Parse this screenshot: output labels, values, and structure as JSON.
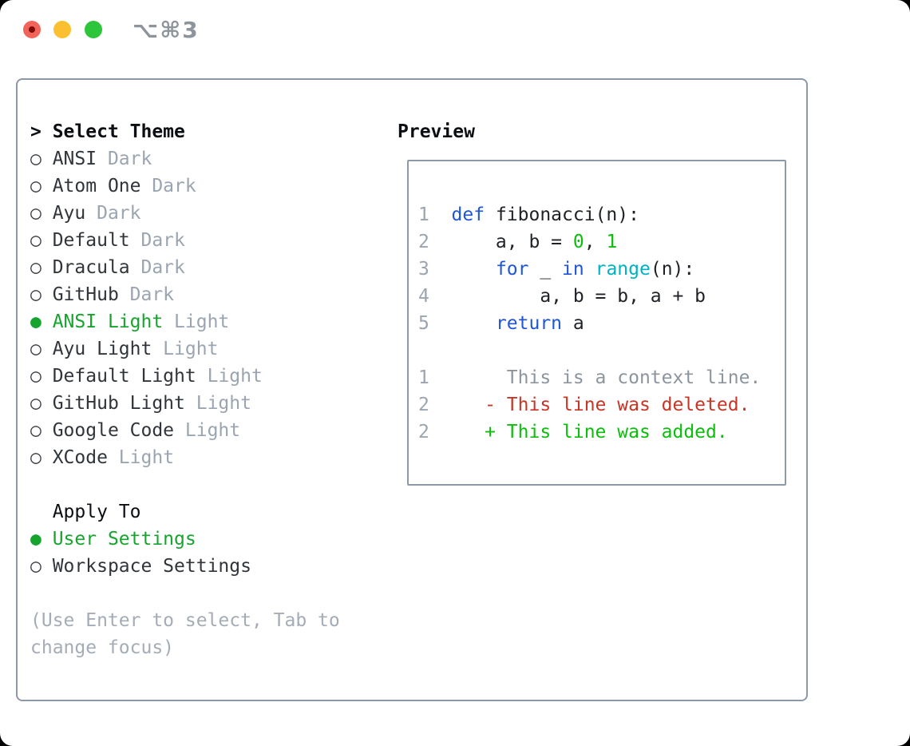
{
  "titlebar": {
    "shortcut": "⌥⌘3"
  },
  "colors": {
    "selection_green": "#16a42c",
    "keyword_blue": "#1e56d6",
    "builtin_cyan": "#00b3c4",
    "number_green": "#0cbe0c",
    "deleted_red": "#c73525",
    "added_green": "#0cbe0c",
    "muted_gray": "#9aa5b1",
    "hint_gray": "#a4acb6",
    "panel_border": "#8e99a7",
    "traffic_red": "#f2635a",
    "traffic_yellow": "#fbc02f",
    "traffic_green": "#2dc53b"
  },
  "theme_picker": {
    "cursor": ">",
    "heading": "Select Theme",
    "items": [
      {
        "name": "ANSI",
        "variant": "Dark",
        "selected": false
      },
      {
        "name": "Atom One",
        "variant": "Dark",
        "selected": false
      },
      {
        "name": "Ayu",
        "variant": "Dark",
        "selected": false
      },
      {
        "name": "Default",
        "variant": "Dark",
        "selected": false
      },
      {
        "name": "Dracula",
        "variant": "Dark",
        "selected": false
      },
      {
        "name": "GitHub",
        "variant": "Dark",
        "selected": false
      },
      {
        "name": "ANSI Light",
        "variant": "Light",
        "selected": true
      },
      {
        "name": "Ayu Light",
        "variant": "Light",
        "selected": false
      },
      {
        "name": "Default Light",
        "variant": "Light",
        "selected": false
      },
      {
        "name": "GitHub Light",
        "variant": "Light",
        "selected": false
      },
      {
        "name": "Google Code",
        "variant": "Light",
        "selected": false
      },
      {
        "name": "XCode",
        "variant": "Light",
        "selected": false
      }
    ],
    "apply_to": {
      "heading": "Apply To",
      "options": [
        {
          "label": "User Settings",
          "selected": true
        },
        {
          "label": "Workspace Settings",
          "selected": false
        }
      ]
    },
    "hint": "(Use Enter to select, Tab to change focus)"
  },
  "preview": {
    "heading": "Preview",
    "lines": [
      {
        "num": "1",
        "tokens": [
          [
            "def",
            "kw"
          ],
          [
            " fibonacci(n):",
            "plain"
          ]
        ]
      },
      {
        "num": "2",
        "tokens": [
          [
            "    a, b = ",
            "plain"
          ],
          [
            "0",
            "num"
          ],
          [
            ", ",
            "plain"
          ],
          [
            "1",
            "num"
          ]
        ]
      },
      {
        "num": "3",
        "tokens": [
          [
            "    ",
            "plain"
          ],
          [
            "for",
            "kw"
          ],
          [
            " _ ",
            "plain"
          ],
          [
            "in",
            "kw"
          ],
          [
            " ",
            "plain"
          ],
          [
            "range",
            "fn"
          ],
          [
            "(n):",
            "plain"
          ]
        ]
      },
      {
        "num": "4",
        "tokens": [
          [
            "        a, b = b, a + b",
            "plain"
          ]
        ]
      },
      {
        "num": "5",
        "tokens": [
          [
            "    ",
            "plain"
          ],
          [
            "return",
            "kw"
          ],
          [
            " a",
            "plain"
          ]
        ]
      },
      {
        "num": "",
        "tokens": []
      },
      {
        "num": "1",
        "tokens": [
          [
            "     This is a context line.",
            "ctx"
          ]
        ]
      },
      {
        "num": "2",
        "tokens": [
          [
            "   - This line was deleted.",
            "del"
          ]
        ]
      },
      {
        "num": "2",
        "tokens": [
          [
            "   + This line was added.",
            "add"
          ]
        ]
      }
    ]
  }
}
